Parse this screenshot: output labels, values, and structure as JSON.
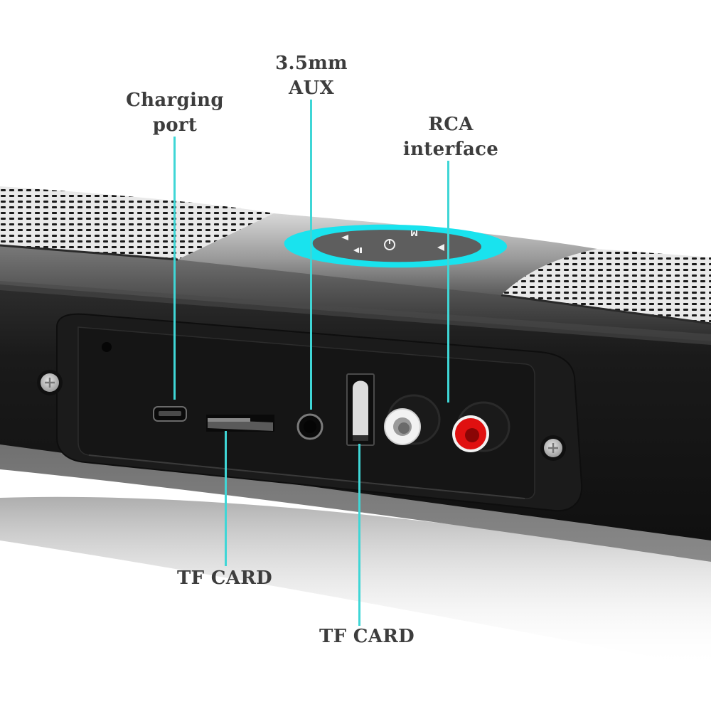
{
  "product": {
    "type": "soundbar",
    "body_color": "#1e1e1e",
    "grille_color": "#e6e6e6",
    "accent_ring_color": "#19e3ee",
    "callout_line_color": "#3fd6d6",
    "label_color": "#3d3d3d"
  },
  "control_panel": {
    "buttons": [
      {
        "icon": "volume-down-icon"
      },
      {
        "icon": "play-pause-icon"
      },
      {
        "icon": "power-icon"
      },
      {
        "icon": "mode-icon",
        "text": "M"
      },
      {
        "icon": "volume-up-icon"
      }
    ]
  },
  "ports": {
    "charging": "micro-usb",
    "tf_slot": "tf-card-slot",
    "aux": "3.5mm-jack",
    "usb": "usb-a-port",
    "rca_left_color": "#f2f2f2",
    "rca_right_color": "#e01010"
  },
  "callouts": [
    {
      "id": "charging-port",
      "line1": "Charging",
      "line2": "port"
    },
    {
      "id": "aux",
      "line1": "3.5mm",
      "line2": "AUX"
    },
    {
      "id": "rca",
      "line1": "RCA",
      "line2": "interface"
    },
    {
      "id": "tf-card-1",
      "line1": "TF CARD"
    },
    {
      "id": "tf-card-2",
      "line1": "TF CARD"
    }
  ]
}
